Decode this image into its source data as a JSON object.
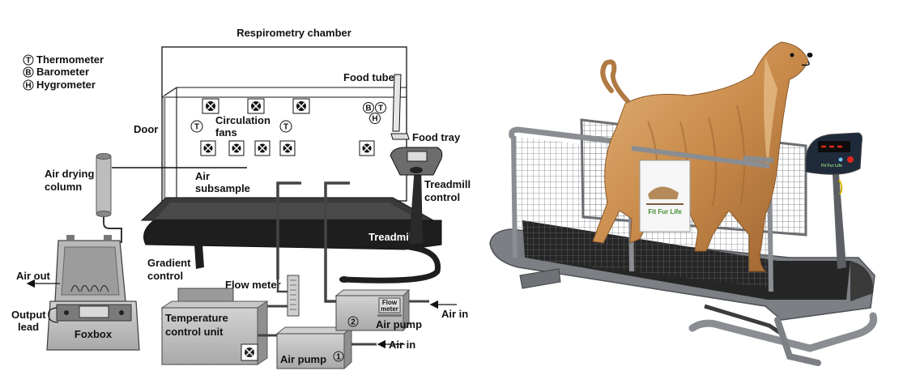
{
  "legend": [
    {
      "symbol": "T",
      "label": "Thermometer"
    },
    {
      "symbol": "B",
      "label": "Barometer"
    },
    {
      "symbol": "H",
      "label": "Hygrometer"
    }
  ],
  "diagram": {
    "respirometry_chamber": "Respirometry chamber",
    "food_tube": "Food tube",
    "food_tray": "Food tray",
    "door": "Door",
    "circulation_fans_line1": "Circulation",
    "circulation_fans_line2": "fans",
    "air_drying_line1": "Air drying",
    "air_drying_line2": "column",
    "air_subsample_line1": "Air",
    "air_subsample_line2": "subsample",
    "treadmill_control_line1": "Treadmill",
    "treadmill_control_line2": "control",
    "treadmill": "Treadmill",
    "gradient_control_line1": "Gradient",
    "gradient_control_line2": "control",
    "flow_meter": "Flow meter",
    "air_out": "Air out",
    "output_lead_line1": "Output",
    "output_lead_line2": "lead",
    "foxbox": "Foxbox",
    "temp_unit_line1": "Temperature",
    "temp_unit_line2": "control unit",
    "air_pump": "Air pump",
    "air_in": "Air in",
    "pump1_number": "1",
    "pump2_number": "2",
    "pump2_screen_line1": "Flow",
    "pump2_screen_line2": "meter"
  },
  "photo": {
    "logo_text": "Fit Fur Life",
    "panel_brand": "Fit Fur Life"
  },
  "colors": {
    "device_gray": "#bdbdbd",
    "treadmill_dark": "#262626",
    "frame_silver": "#8a8d91",
    "dog_fur": "#c98b4a",
    "display_red": "#e0261b"
  }
}
